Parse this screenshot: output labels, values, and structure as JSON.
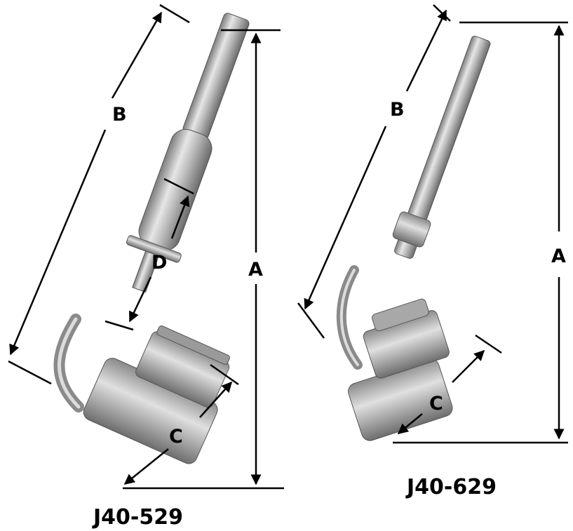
{
  "figure": {
    "tools": [
      {
        "model": "J40-529",
        "dimension_labels": {
          "a": "A",
          "b": "B",
          "c": "C",
          "d": "D"
        }
      },
      {
        "model": "J40-629",
        "dimension_labels": {
          "a": "A",
          "b": "B",
          "c": "C"
        }
      }
    ]
  },
  "colors": {
    "ink": "#000000",
    "background": "#ffffff",
    "metal_dark": "#7d7d7d",
    "metal_mid": "#b9b9b9",
    "metal_light": "#e6e6e6"
  }
}
